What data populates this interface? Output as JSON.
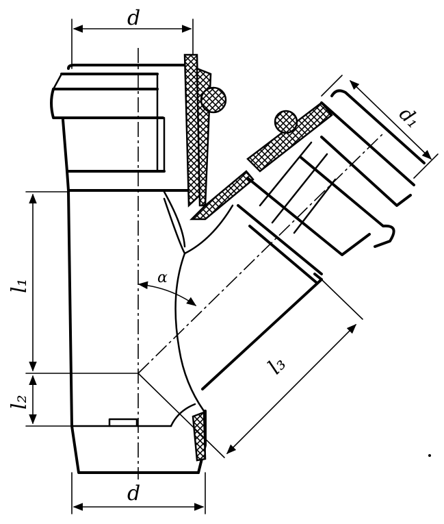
{
  "labels": {
    "d_top": "d",
    "d_bottom": "d",
    "d1": "d₁",
    "l1": "l₁",
    "l2": "l₂",
    "l3": "l₃",
    "alpha": "α"
  }
}
